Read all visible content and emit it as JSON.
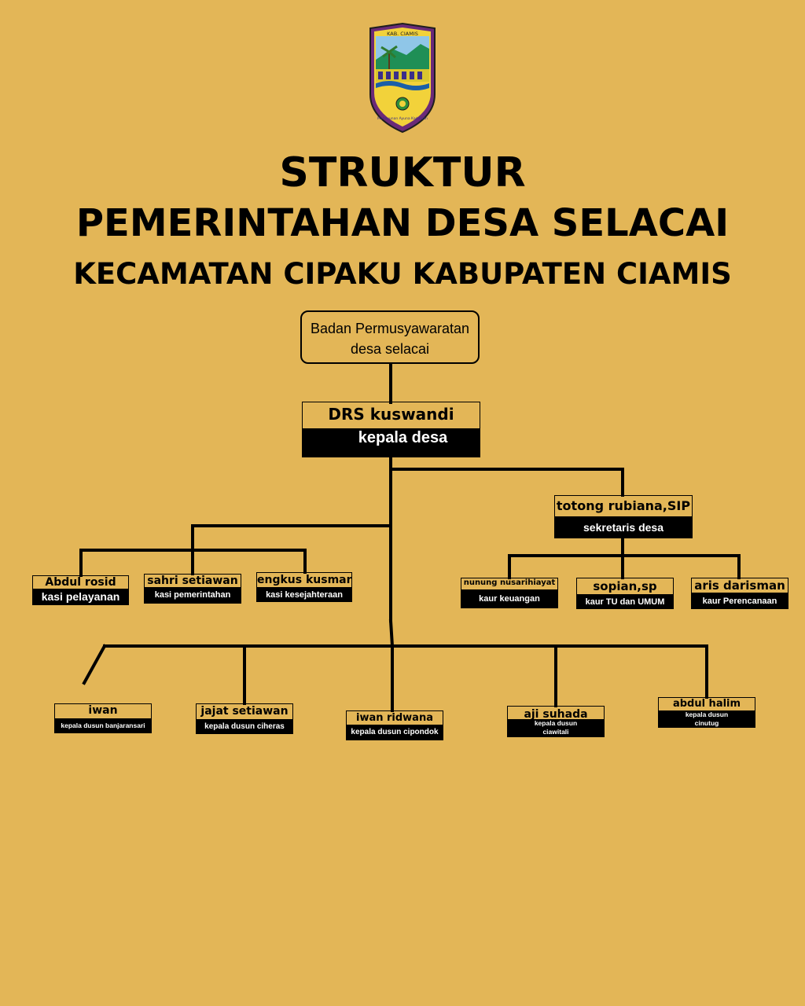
{
  "emblem": {
    "top_text": "KAB. CIAMIS",
    "motto": "Mahayunan Ayuna Kadaluan"
  },
  "title": {
    "line1": "STRUKTUR",
    "line2": "PEMERINTAHAN DESA SELACAI",
    "line3": "KECAMATAN CIPAKU KABUPATEN CIAMIS"
  },
  "bpd": {
    "line1": "Badan Permusyawaratan",
    "line2": "desa selacai"
  },
  "kepala_desa": {
    "name": "DRS kuswandi",
    "role": "kepala desa"
  },
  "sekretaris": {
    "name": "totong rubiana,SIP",
    "role": "sekretaris desa"
  },
  "kasi": [
    {
      "name": "Abdul rosid",
      "role": "kasi pelayanan"
    },
    {
      "name": "sahri setiawan",
      "role": "kasi pemerintahan"
    },
    {
      "name": "engkus kusman",
      "role": "kasi kesejahteraan"
    }
  ],
  "kaur": [
    {
      "name": "nunung nusarihiayat",
      "role": "kaur keuangan"
    },
    {
      "name": "sopian,sp",
      "role": "kaur TU dan UMUM"
    },
    {
      "name": "aris darisman",
      "role": "kaur Perencanaan"
    }
  ],
  "dusun": [
    {
      "name": "iwan",
      "role": "kepala dusun banjaransari"
    },
    {
      "name": "jajat setiawan",
      "role": "kepala dusun ciheras"
    },
    {
      "name": "iwan ridwana",
      "role": "kepala dusun cipondok"
    },
    {
      "name": "aji suhada",
      "role": "kepala dusun ciawitali"
    },
    {
      "name": "abdul halim",
      "role": "kepala dusun cinutug"
    }
  ],
  "colors": {
    "background": "#E3B657",
    "line": "#000000",
    "label_fill": "#000000",
    "label_text": "#FFFFFF"
  }
}
